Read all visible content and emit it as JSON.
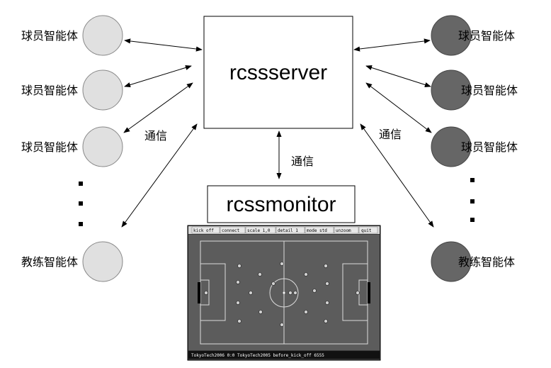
{
  "server": {
    "label": "rcssserver"
  },
  "monitor": {
    "label": "rcssmonitor",
    "toolbar": [
      "kick off",
      "connect",
      "scale 1,0",
      "detail 1",
      "mode std",
      "unzoom",
      "quit"
    ],
    "status": "TokyoTech2006 0:0 TokyoTech2005   before_kick_off   6555"
  },
  "labels": {
    "comm_left": "通信",
    "comm_right": "通信",
    "comm_center": "通信"
  },
  "left_agents": [
    {
      "label": "球员智能体"
    },
    {
      "label": "球员智能体"
    },
    {
      "label": "球员智能体"
    },
    {
      "label": "教练智能体"
    }
  ],
  "right_agents": [
    {
      "label": "球员智能体"
    },
    {
      "label": "球员智能体"
    },
    {
      "label": "球员智能体"
    },
    {
      "label": "教练智能体"
    }
  ],
  "colors": {
    "left_agent_fill": "#e0e0e0",
    "right_agent_fill": "#666666",
    "monitor_field": "#5c5c5c",
    "monitor_frame": "#3a3a3a"
  }
}
